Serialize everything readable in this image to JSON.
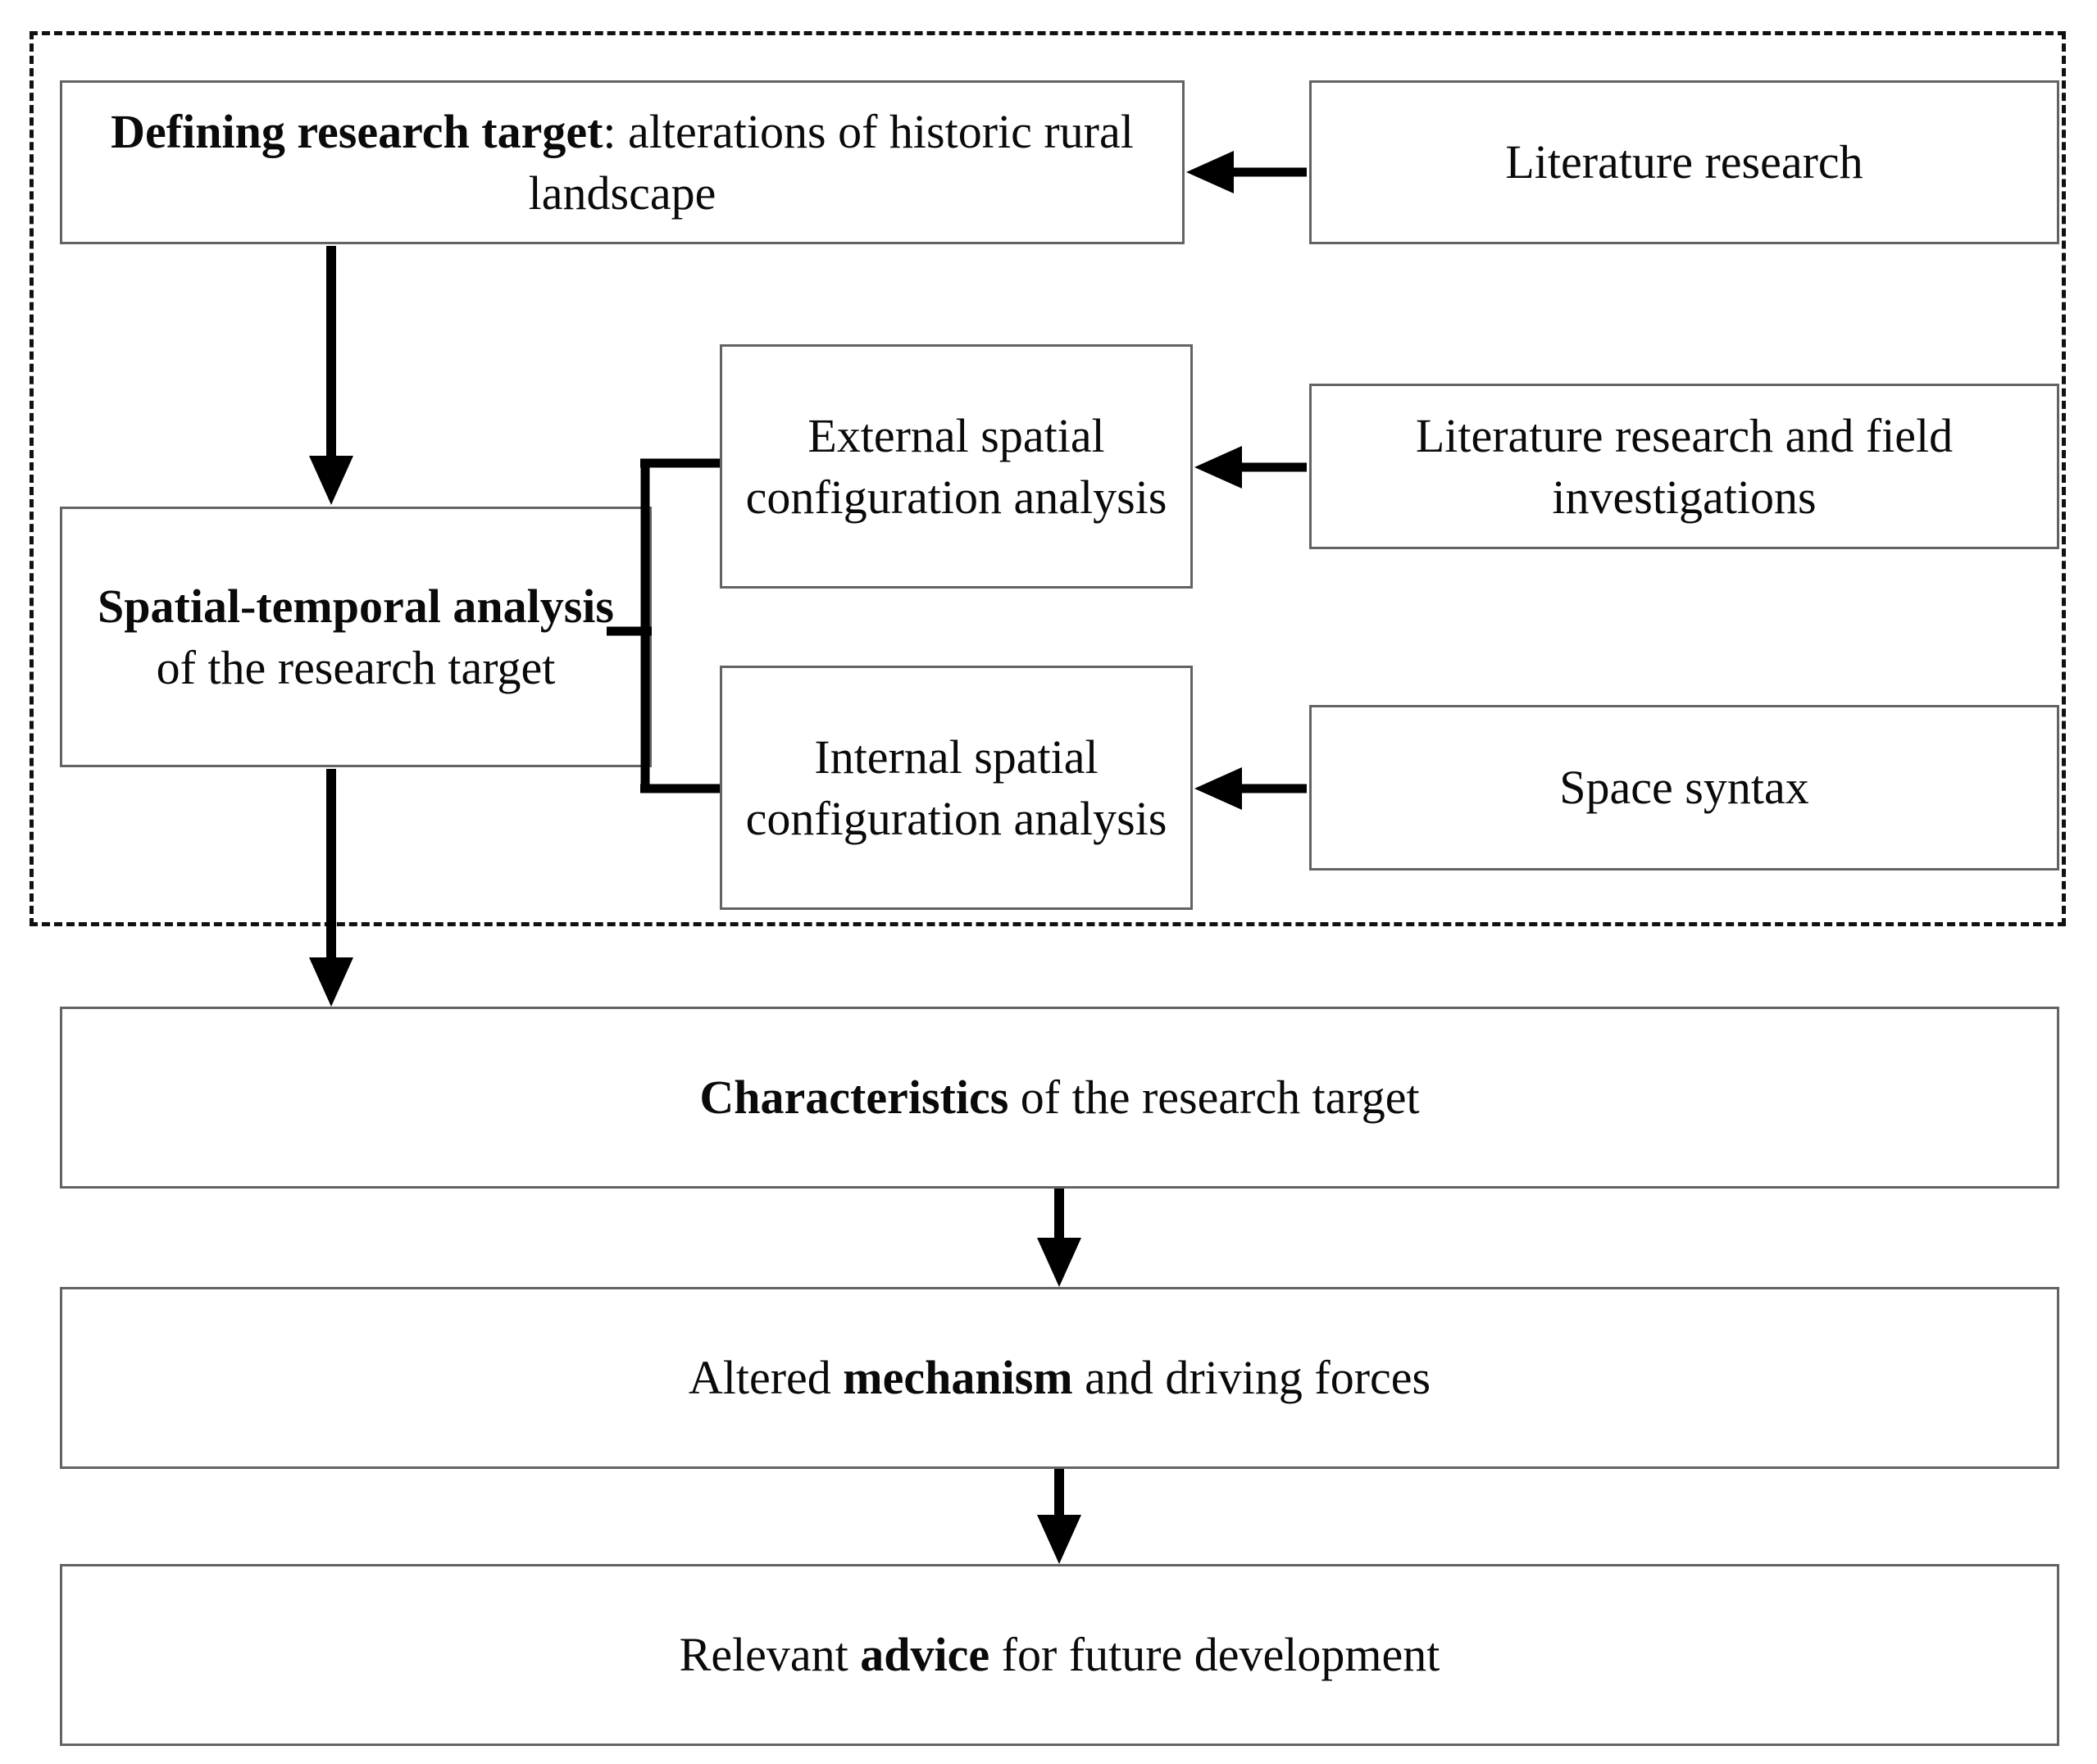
{
  "figure": {
    "type": "flowchart",
    "title": "Research framework for alterations of historic rural landscape",
    "orientation": "top-to-bottom",
    "colors": {
      "box_border": "#636363",
      "dashed_border": "#111111",
      "arrow": "#000000",
      "background": "#ffffff",
      "text": "#0a0a0a"
    }
  },
  "nodes": {
    "defining": {
      "bold_lead": "Defining research target",
      "rest": ": alterations of historic rural landscape"
    },
    "literature_research": {
      "label": "Literature research"
    },
    "spatial_temporal": {
      "bold_lead": "Spatial-temporal analysis",
      "rest": " of the research target"
    },
    "external_spatial": {
      "label": "External spatial configuration analysis"
    },
    "literature_field": {
      "label": "Literature research and field investigations"
    },
    "internal_spatial": {
      "label": "Internal spatial configuration analysis"
    },
    "space_syntax": {
      "label": "Space syntax"
    },
    "characteristics": {
      "bold_lead": "Characteristics",
      "rest": " of the research target"
    },
    "mechanism": {
      "lead": "Altered ",
      "bold_mid": "mechanism",
      "rest": " and driving forces"
    },
    "advice": {
      "lead": "Relevant ",
      "bold_mid": "advice",
      "rest": " for future development"
    }
  },
  "edges": [
    {
      "from": "literature_research",
      "to": "defining",
      "direction": "left",
      "style": "solid-arrow"
    },
    {
      "from": "defining",
      "to": "spatial_temporal",
      "direction": "down",
      "style": "solid-arrow"
    },
    {
      "from": "spatial_temporal",
      "to": "external_spatial",
      "direction": "right",
      "style": "bracket"
    },
    {
      "from": "spatial_temporal",
      "to": "internal_spatial",
      "direction": "right",
      "style": "bracket"
    },
    {
      "from": "literature_field",
      "to": "external_spatial",
      "direction": "left",
      "style": "solid-arrow"
    },
    {
      "from": "space_syntax",
      "to": "internal_spatial",
      "direction": "left",
      "style": "solid-arrow"
    },
    {
      "from": "spatial_temporal",
      "to": "characteristics",
      "direction": "down",
      "style": "solid-arrow"
    },
    {
      "from": "characteristics",
      "to": "mechanism",
      "direction": "down",
      "style": "solid-arrow"
    },
    {
      "from": "mechanism",
      "to": "advice",
      "direction": "down",
      "style": "solid-arrow"
    }
  ],
  "grouping": {
    "dashed_box_label": "",
    "contains": [
      "defining",
      "literature_research",
      "spatial_temporal",
      "external_spatial",
      "literature_field",
      "internal_spatial",
      "space_syntax"
    ]
  }
}
